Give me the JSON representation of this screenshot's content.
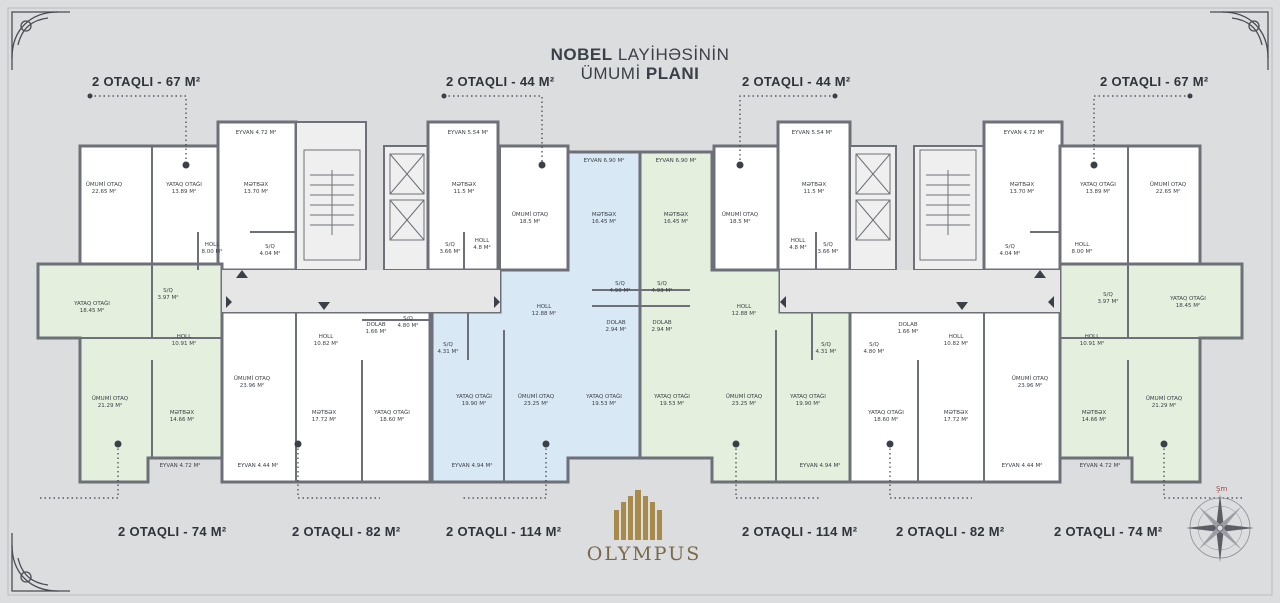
{
  "title": {
    "line1_bold": "NOBEL",
    "line1_light": " LAYİHƏSİNİN",
    "line2_light": "ÜMUMİ ",
    "line2_bold": "PLANI"
  },
  "callouts": {
    "top_1": "2 OTAQLI - 67 M²",
    "top_2": "2 OTAQLI - 44 M²",
    "top_3": "2 OTAQLI - 44 M²",
    "top_4": "2 OTAQLI - 67 M²",
    "bottom_1": "2 OTAQLI - 74 M²",
    "bottom_2": "2 OTAQLI - 82 M²",
    "bottom_3": "2 OTAQLI - 114 M²",
    "bottom_4": "2 OTAQLI - 114 M²",
    "bottom_5": "2 OTAQLI - 82 M²",
    "bottom_6": "2 OTAQLI - 74 M²"
  },
  "logo": "OLYMPUS",
  "compass_label": "Şm",
  "colors": {
    "background": "#dcdddf",
    "green_unit": "#e4efdd",
    "blue_unit": "#d9e8f5",
    "white_unit": "#ffffff",
    "wall": "#6d7078",
    "text": "#3b3f47",
    "logo_gold": "#a88a4a"
  },
  "rooms": [
    {
      "name": "ÜMUMİ OTAQ",
      "area": "22.65 M²"
    },
    {
      "name": "YATAQ OTAĞI",
      "area": "13.89 M²"
    },
    {
      "name": "MƏTBƏX",
      "area": "13.70 M²"
    },
    {
      "name": "EYVAN 4.72 M²",
      "area": ""
    },
    {
      "name": "HOLL",
      "area": "8.00 M²"
    },
    {
      "name": "S/Q",
      "area": "4.04 M²"
    },
    {
      "name": "EYVAN 5.54 M²",
      "area": ""
    },
    {
      "name": "MƏTBƏX",
      "area": "11.5 M²"
    },
    {
      "name": "ÜMUMİ OTAQ",
      "area": "18.5 M²"
    },
    {
      "name": "S/Q",
      "area": "3.66 M²"
    },
    {
      "name": "HOLL",
      "area": "4.8 M²"
    },
    {
      "name": "EYVAN 6.90 M²",
      "area": ""
    },
    {
      "name": "MƏTBƏX",
      "area": "16.45 M²"
    },
    {
      "name": "EYVAN 6.90 M²",
      "area": ""
    },
    {
      "name": "MƏTBƏX",
      "area": "16.45 M²"
    },
    {
      "name": "ÜMUMİ OTAQ",
      "area": "18.5 M²"
    },
    {
      "name": "EYVAN 5.54 M²",
      "area": ""
    },
    {
      "name": "MƏTBƏX",
      "area": "11.5 M²"
    },
    {
      "name": "HOLL",
      "area": "4.8 M²"
    },
    {
      "name": "S/Q",
      "area": "3.66 M²"
    },
    {
      "name": "EYVAN 4.72 M²",
      "area": ""
    },
    {
      "name": "MƏTBƏX",
      "area": "13.70 M²"
    },
    {
      "name": "S/Q",
      "area": "4.04 M²"
    },
    {
      "name": "HOLL",
      "area": "8.00 M²"
    },
    {
      "name": "YATAQ OTAĞI",
      "area": "13.89 M²"
    },
    {
      "name": "ÜMUMİ OTAQ",
      "area": "22.65 M²"
    },
    {
      "name": "YATAQ OTAĞI",
      "area": "18.45 M²"
    },
    {
      "name": "S/Q",
      "area": "3.97 M²"
    },
    {
      "name": "HOLL",
      "area": "10.91 M²"
    },
    {
      "name": "ÜMUMİ OTAQ",
      "area": "21.29 M²"
    },
    {
      "name": "MƏTBƏX",
      "area": "14.66 M²"
    },
    {
      "name": "EYVAN 4.72 M²",
      "area": ""
    },
    {
      "name": "HOLL",
      "area": "10.82 M²"
    },
    {
      "name": "DOLAB",
      "area": "1.66 M²"
    },
    {
      "name": "S/Q",
      "area": "4.80 M²"
    },
    {
      "name": "ÜMUMİ OTAQ",
      "area": "23.96 M²"
    },
    {
      "name": "MƏTBƏX",
      "area": "17.72 M²"
    },
    {
      "name": "YATAQ OTAĞI",
      "area": "18.60 M²"
    },
    {
      "name": "EYVAN 4.44 M²",
      "area": ""
    },
    {
      "name": "S/Q",
      "area": "4.31 M²"
    },
    {
      "name": "YATAQ OTAĞI",
      "area": "19.90 M²"
    },
    {
      "name": "HOLL",
      "area": "12.88 M²"
    },
    {
      "name": "ÜMUMİ OTAQ",
      "area": "23.25 M²"
    },
    {
      "name": "YATAQ OTAĞI",
      "area": "19.53 M²"
    },
    {
      "name": "S/Q",
      "area": "4.90 M²"
    },
    {
      "name": "DOLAB",
      "area": "2.94 M²"
    },
    {
      "name": "EYVAN 4.94 M²",
      "area": ""
    },
    {
      "name": "S/Q",
      "area": "4.93 M²"
    },
    {
      "name": "DOLAB",
      "area": "2.94 M²"
    },
    {
      "name": "HOLL",
      "area": "12.88 M²"
    },
    {
      "name": "YATAQ OTAĞI",
      "area": "19.53 M²"
    },
    {
      "name": "ÜMUMİ OTAQ",
      "area": "23.25 M²"
    },
    {
      "name": "YATAQ OTAĞI",
      "area": "19.90 M²"
    },
    {
      "name": "S/Q",
      "area": "4.31 M²"
    },
    {
      "name": "EYVAN 4.94 M²",
      "area": ""
    },
    {
      "name": "S/Q",
      "area": "4.80 M²"
    },
    {
      "name": "DOLAB",
      "area": "1.66 M²"
    },
    {
      "name": "HOLL",
      "area": "10.82 M²"
    },
    {
      "name": "ÜMUMİ OTAQ",
      "area": "23.96 M²"
    },
    {
      "name": "YATAQ OTAĞI",
      "area": "18.60 M²"
    },
    {
      "name": "MƏTBƏX",
      "area": "17.72 M²"
    },
    {
      "name": "EYVAN 4.44 M²",
      "area": ""
    },
    {
      "name": "YATAQ OTAĞI",
      "area": "18.45 M²"
    },
    {
      "name": "S/Q",
      "area": "3.97 M²"
    },
    {
      "name": "HOLL",
      "area": "10.91 M²"
    },
    {
      "name": "ÜMUMİ OTAQ",
      "area": "21.29 M²"
    },
    {
      "name": "MƏTBƏX",
      "area": "14.66 M²"
    },
    {
      "name": "EYVAN 4.72 M²",
      "area": ""
    }
  ]
}
